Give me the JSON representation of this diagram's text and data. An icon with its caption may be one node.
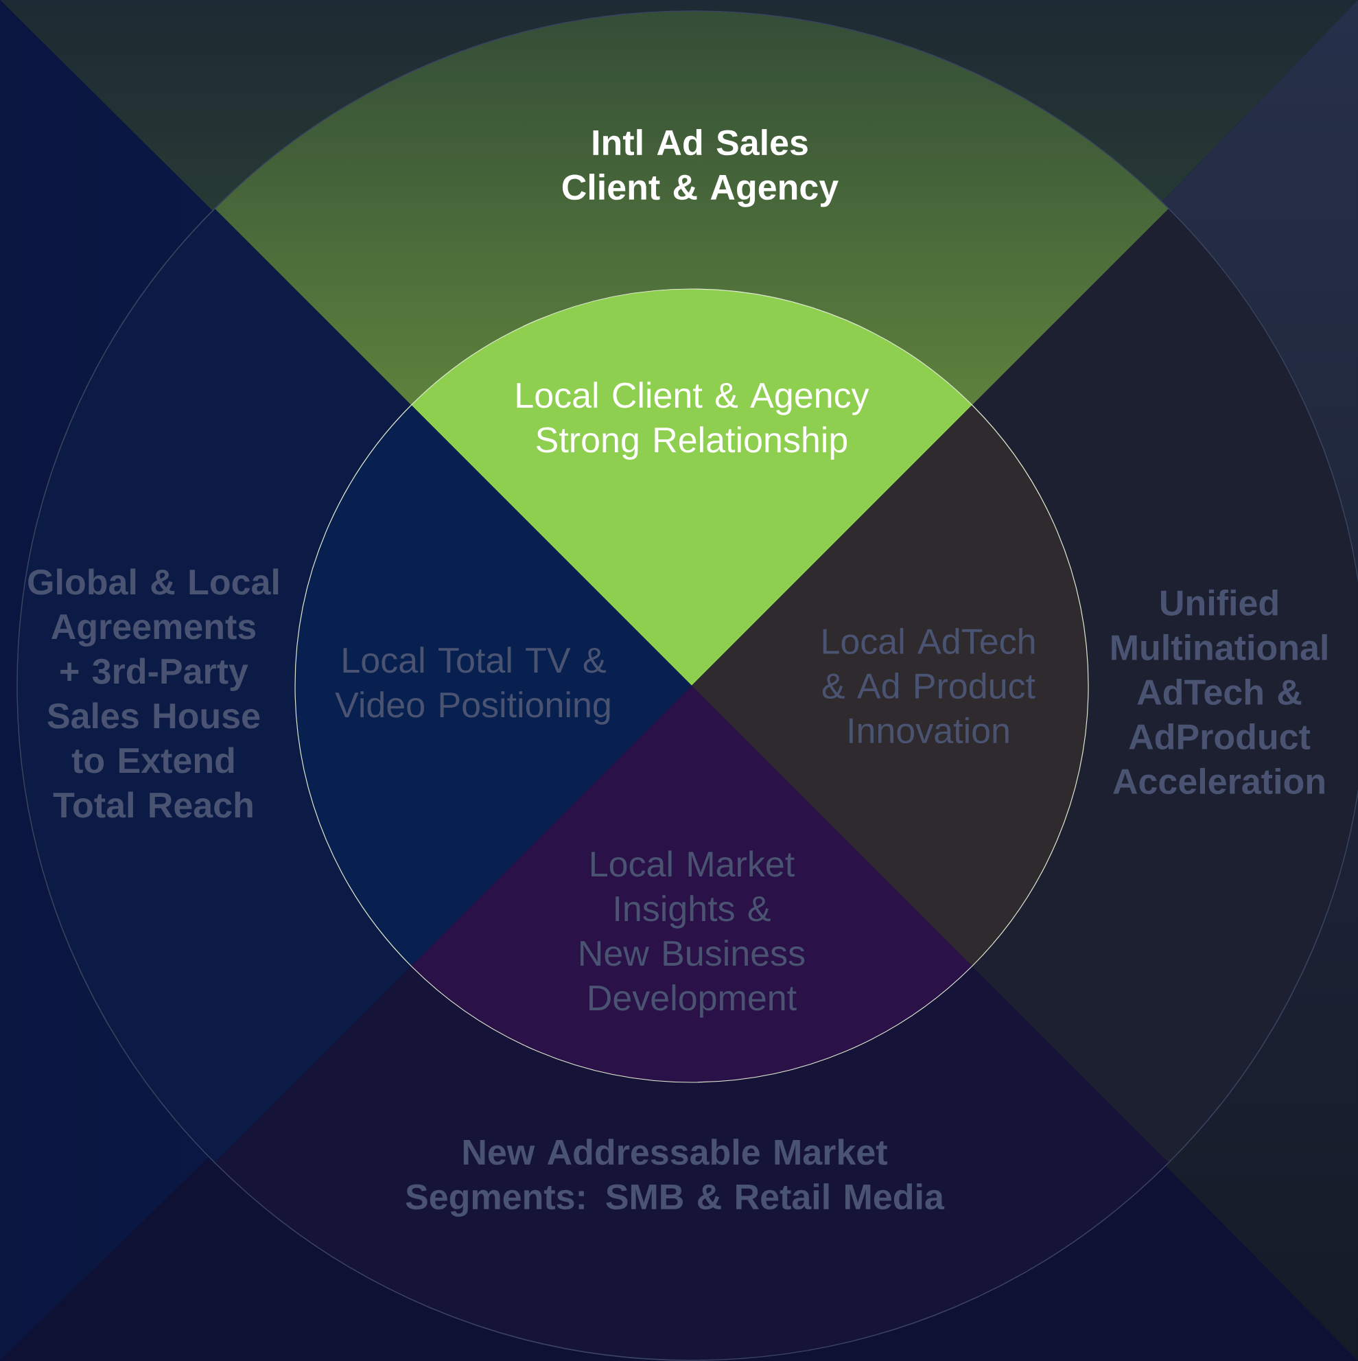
{
  "diagram": {
    "nodes": [
      {
        "text": [
          "Intl Ad Sales Client & Agency"
        ]
      },
      {
        "text": [
          "Local Client & Agency Strong Relationship"
        ],
        "in": 0
      },
      {
        "text": [
          "Global & Local Agreements + 3rd-Party Sales House to Extend Total Reach"
        ]
      },
      {
        "text": [
          "Local Total TV & Video Positioning"
        ],
        "in": 2
      },
      {
        "text": [
          "Unified Multinational AdTech & AdProduct Acceleration"
        ]
      },
      {
        "text": [
          "Local AdTech & Ad Product Innovation"
        ],
        "in": 4
      },
      {
        "text": [
          "New Addressable Market Segments: SMB & Retail Media"
        ]
      },
      {
        "text": [
          "Local Market Insights & New Business Development"
        ],
        "in": 6
      }
    ]
  }
}
